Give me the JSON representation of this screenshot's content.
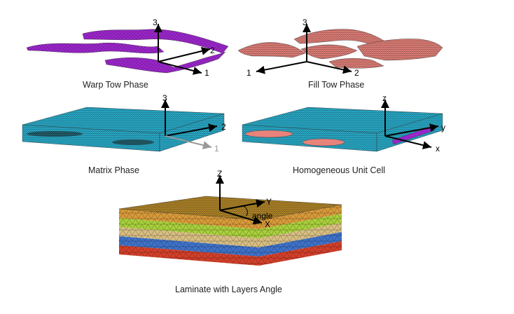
{
  "colors": {
    "warp": "#9a26c9",
    "fill": "#e8837c",
    "matrix": "#2bb0cf",
    "laminate_top": "#b5892a",
    "layer_colors": [
      "#d89a3a",
      "#a8cf3c",
      "#d8be82",
      "#3f72c8",
      "#d2402a"
    ]
  },
  "panels": {
    "warp": {
      "caption": "Warp Tow Phase",
      "axes": [
        "3",
        "2",
        "1"
      ]
    },
    "fill": {
      "caption": "Fill Tow Phase",
      "axes": [
        "3",
        "1",
        "2"
      ]
    },
    "matrix": {
      "caption": "Matrix Phase",
      "axes": [
        "3",
        "2",
        "1"
      ]
    },
    "homogeneous": {
      "caption": "Homogeneous Unit Cell",
      "axes": [
        "z",
        "y",
        "x"
      ]
    },
    "laminate": {
      "caption": "Laminate with Layers Angle",
      "axes": [
        "Z",
        "Y",
        "X"
      ],
      "angle_label": "angle"
    }
  }
}
